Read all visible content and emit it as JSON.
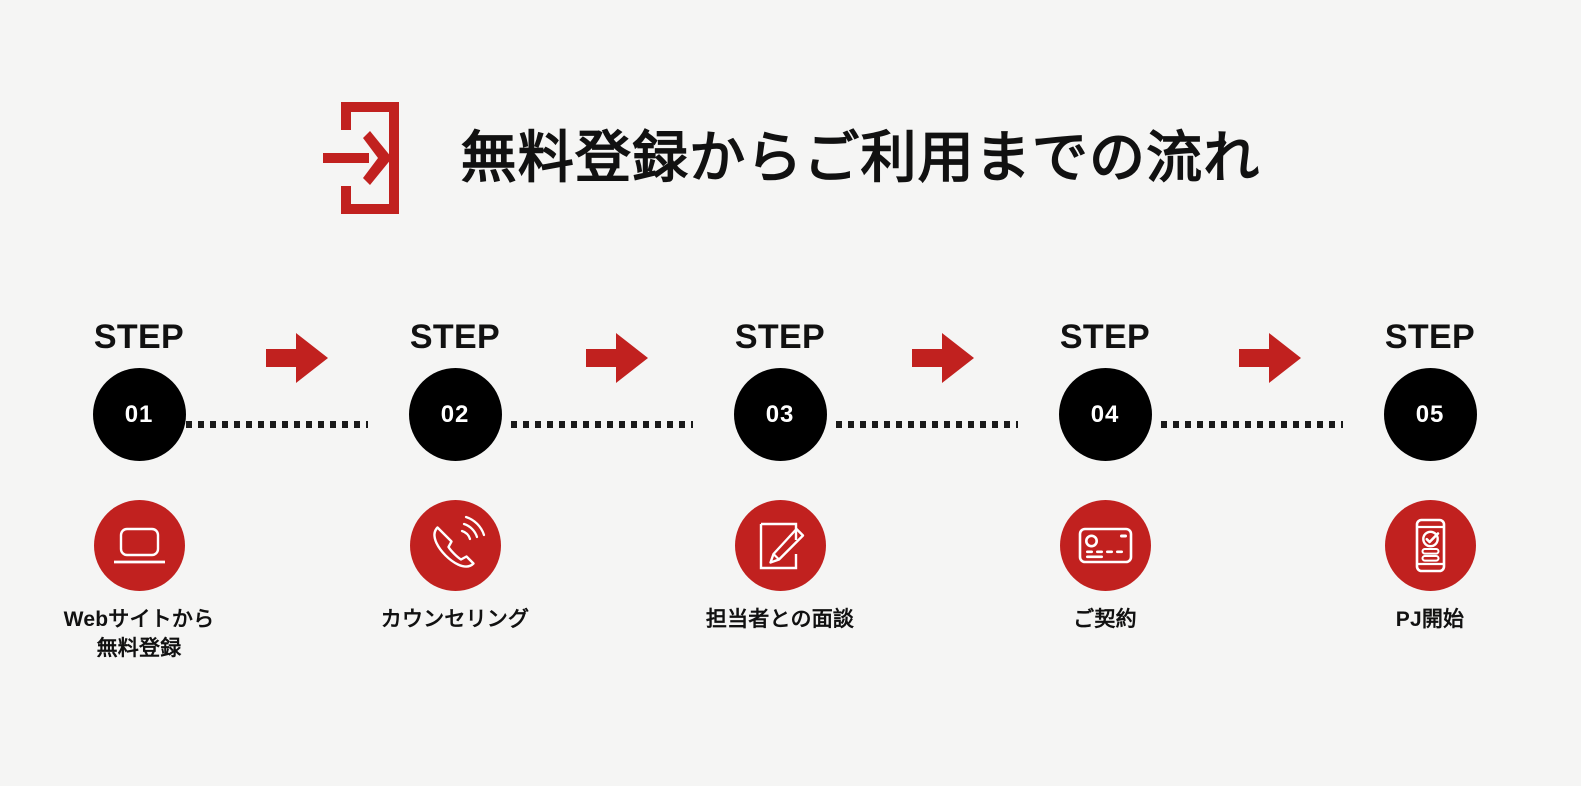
{
  "page": {
    "background_color": "#f5f5f4",
    "accent_color": "#c1211f",
    "dark_color": "#000000"
  },
  "header": {
    "title": "無料登録からご利用までの流れ",
    "icon": "login-enter-icon",
    "icon_color": "#c1211f"
  },
  "flow": {
    "step_word": "STEP",
    "connector": "dotted-line",
    "arrow": "arrow-right-icon",
    "steps": [
      {
        "number": "01",
        "icon": "laptop-icon",
        "label_lines": [
          "Webサイトから",
          "無料登録"
        ]
      },
      {
        "number": "02",
        "icon": "phone-ringing-icon",
        "label_lines": [
          "カウンセリング"
        ]
      },
      {
        "number": "03",
        "icon": "document-pencil-icon",
        "label_lines": [
          "担当者との面談"
        ]
      },
      {
        "number": "04",
        "icon": "credit-card-icon",
        "label_lines": [
          "ご契約"
        ]
      },
      {
        "number": "05",
        "icon": "mobile-check-icon",
        "label_lines": [
          "PJ開始"
        ]
      }
    ]
  }
}
